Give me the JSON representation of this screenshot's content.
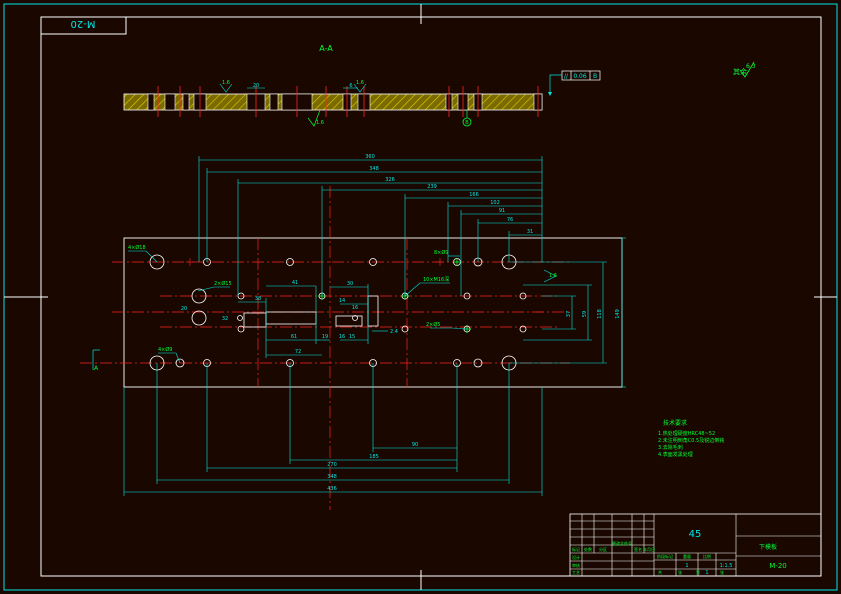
{
  "drawing": {
    "stamp_code": "M-20",
    "section_label": "A-A",
    "roughness_note": "其余",
    "roughness_value": "6.3",
    "flatness_tol": "0.06",
    "flatness_datum": "B",
    "datum_label": "B",
    "section_mark": "A"
  },
  "dims_horizontal_top": [
    "360",
    "348",
    "326",
    "239",
    "166",
    "102",
    "91",
    "76",
    "31"
  ],
  "dims_horizontal_bottom": [
    "90",
    "185",
    "270",
    "348",
    "436"
  ],
  "dims_vertical_right": [
    "37",
    "59",
    "118",
    "149"
  ],
  "dims_small": [
    "38",
    "41",
    "30",
    "14",
    "16",
    "15",
    "61",
    "72",
    "32",
    "20",
    "19",
    "16",
    "2.4"
  ],
  "hole_callouts": {
    "h1": "4×Ø18",
    "h2": "2×Ø15",
    "h3": "10×M16深",
    "h4": "8×Ø9",
    "h5": "2×Ø5",
    "h6": "4×Ø9"
  },
  "tech_requirements": {
    "title": "技术要求",
    "items": [
      "1.热处理硬度HRC48~52",
      "2.未注明倒角C0.5及锐边倒钝",
      "3.去除毛刺",
      "4.表面发黑处理"
    ]
  },
  "title_block": {
    "material": "45",
    "part_name": "下模板",
    "drawing_no": "M-20",
    "scale": "1:1.5",
    "qty": "1",
    "sheet": "1",
    "headers": [
      "标记",
      "处数",
      "分区",
      "更改文件号",
      "签名",
      "年月日"
    ],
    "row_labels": [
      "设计",
      "审核",
      "工艺"
    ],
    "cols": [
      "阶段标记",
      "重量",
      "比例"
    ],
    "sheet_labels": [
      "共",
      "张",
      "第",
      "张"
    ]
  },
  "colors": {
    "background": "#1a0800",
    "frame": "#ffffff",
    "dimension": "#00e5e5",
    "outline": "#ffffff",
    "centerline": "#ff2222",
    "text_green": "#00ff33",
    "hatch": "#c8c800",
    "leader": "#00e5e5"
  }
}
